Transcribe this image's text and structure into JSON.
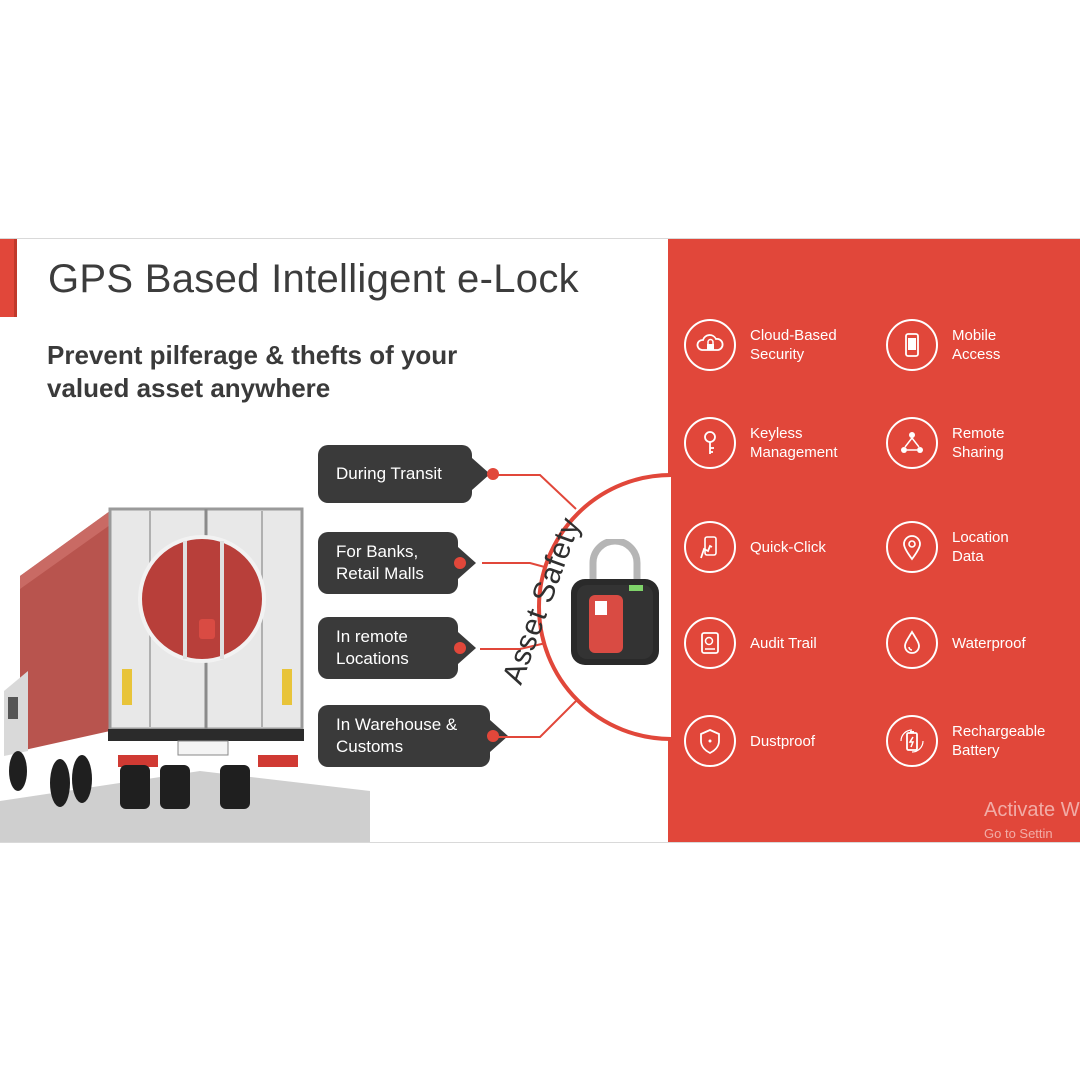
{
  "slide": {
    "title": "GPS Based Intelligent e-Lock",
    "subtitle": "Prevent pilferage & thefts of your valued asset anywhere",
    "center_label": "Asset Safety"
  },
  "use_cases": [
    {
      "label": "During Transit"
    },
    {
      "label": "For Banks,\nRetail Malls"
    },
    {
      "label": "In remote\nLocations"
    },
    {
      "label": "In Warehouse &\nCustoms"
    }
  ],
  "features": [
    {
      "label": "Cloud-Based\nSecurity",
      "icon": "cloud-lock-icon"
    },
    {
      "label": "Mobile\nAccess",
      "icon": "mobile-icon"
    },
    {
      "label": "Keyless\nManagement",
      "icon": "key-icon"
    },
    {
      "label": "Remote\nSharing",
      "icon": "share-network-icon"
    },
    {
      "label": "Quick-Click",
      "icon": "touch-icon"
    },
    {
      "label": "Location\nData",
      "icon": "location-pin-icon"
    },
    {
      "label": "Audit Trail",
      "icon": "audit-icon"
    },
    {
      "label": "Waterproof",
      "icon": "water-drop-icon"
    },
    {
      "label": "Dustproof",
      "icon": "shield-icon"
    },
    {
      "label": "Rechargeable\nBattery",
      "icon": "battery-icon"
    }
  ],
  "watermark": {
    "line1": "Activate W",
    "line2": "Go to Settin"
  },
  "colors": {
    "accent": "#e1473a",
    "tag_bg": "#3a3a3a",
    "text_dark": "#3c3c3c"
  }
}
